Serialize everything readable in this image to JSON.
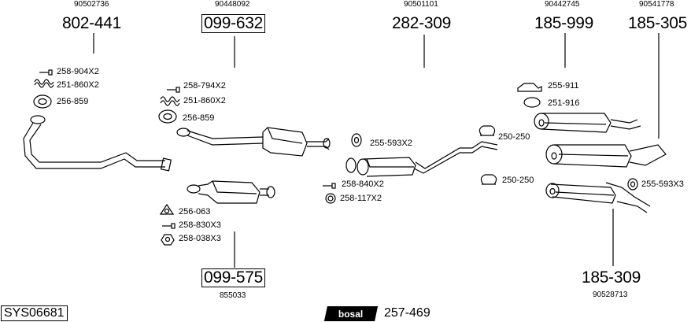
{
  "groups": [
    {
      "oem": "90502736",
      "part": "802-441"
    },
    {
      "oem": "90448092",
      "part": "099-632"
    },
    {
      "oem": "90501101",
      "part": "282-309"
    },
    {
      "oem": "90442745",
      "part": "185-999"
    },
    {
      "oem": "90541778",
      "part": "185-305"
    },
    {
      "oem": "855033",
      "part": "099-575"
    },
    {
      "oem": "90528713",
      "part": "185-309"
    }
  ],
  "components": {
    "front_pipe": [
      "258-904X2",
      "251-860X2",
      "256-859"
    ],
    "cat_upper": [
      "258-794X2",
      "251-860X2",
      "256-859"
    ],
    "cat_lower": [
      "256-063",
      "258-830X3",
      "258-038X3"
    ],
    "middle": [
      "255-593X2",
      "258-840X2",
      "258-117X2"
    ],
    "clamp_upper": "250-250",
    "clamp_lower": "250-250",
    "rear_top": [
      "255-911",
      "251-916"
    ],
    "rear_right": "255-593X3"
  },
  "footer": {
    "reference": "SYS06681",
    "logo": "bosal",
    "kit": "257-469"
  }
}
